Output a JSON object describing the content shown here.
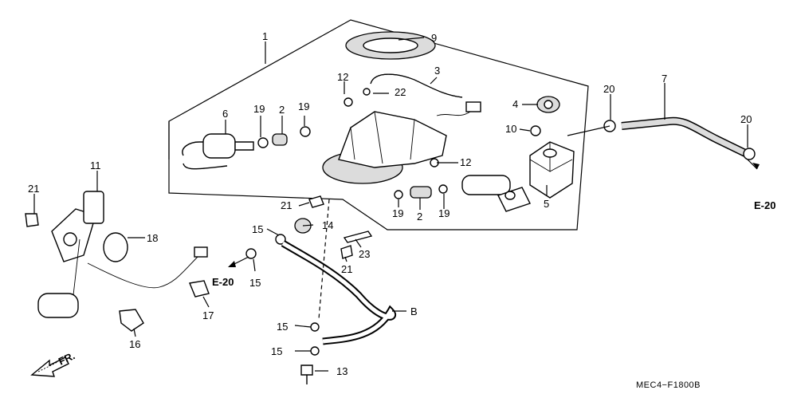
{
  "callouts": [
    {
      "id": "c1",
      "label": "1"
    },
    {
      "id": "c2a",
      "label": "2"
    },
    {
      "id": "c2b",
      "label": "2"
    },
    {
      "id": "c3",
      "label": "3"
    },
    {
      "id": "c4",
      "label": "4"
    },
    {
      "id": "c5",
      "label": "5"
    },
    {
      "id": "c6",
      "label": "6"
    },
    {
      "id": "c7",
      "label": "7"
    },
    {
      "id": "c9",
      "label": "9"
    },
    {
      "id": "c10",
      "label": "10"
    },
    {
      "id": "c11",
      "label": "11"
    },
    {
      "id": "c12a",
      "label": "12"
    },
    {
      "id": "c12b",
      "label": "12"
    },
    {
      "id": "c13",
      "label": "13"
    },
    {
      "id": "c14",
      "label": "14"
    },
    {
      "id": "c15a",
      "label": "15"
    },
    {
      "id": "c15b",
      "label": "15"
    },
    {
      "id": "c15c",
      "label": "15"
    },
    {
      "id": "c15d",
      "label": "15"
    },
    {
      "id": "c16",
      "label": "16"
    },
    {
      "id": "c17",
      "label": "17"
    },
    {
      "id": "c18",
      "label": "18"
    },
    {
      "id": "c19a",
      "label": "19"
    },
    {
      "id": "c19b",
      "label": "19"
    },
    {
      "id": "c19c",
      "label": "19"
    },
    {
      "id": "c19d",
      "label": "19"
    },
    {
      "id": "c20a",
      "label": "20"
    },
    {
      "id": "c20b",
      "label": "20"
    },
    {
      "id": "c21a",
      "label": "21"
    },
    {
      "id": "c21b",
      "label": "21"
    },
    {
      "id": "c21c",
      "label": "21"
    },
    {
      "id": "c22",
      "label": "22"
    },
    {
      "id": "c23",
      "label": "23"
    },
    {
      "id": "cB",
      "label": "B"
    }
  ],
  "references": {
    "e20_right": "E-20",
    "e20_left": "E-20"
  },
  "direction": {
    "label": "FR."
  },
  "diagram_code": "MEC4−F1800B"
}
